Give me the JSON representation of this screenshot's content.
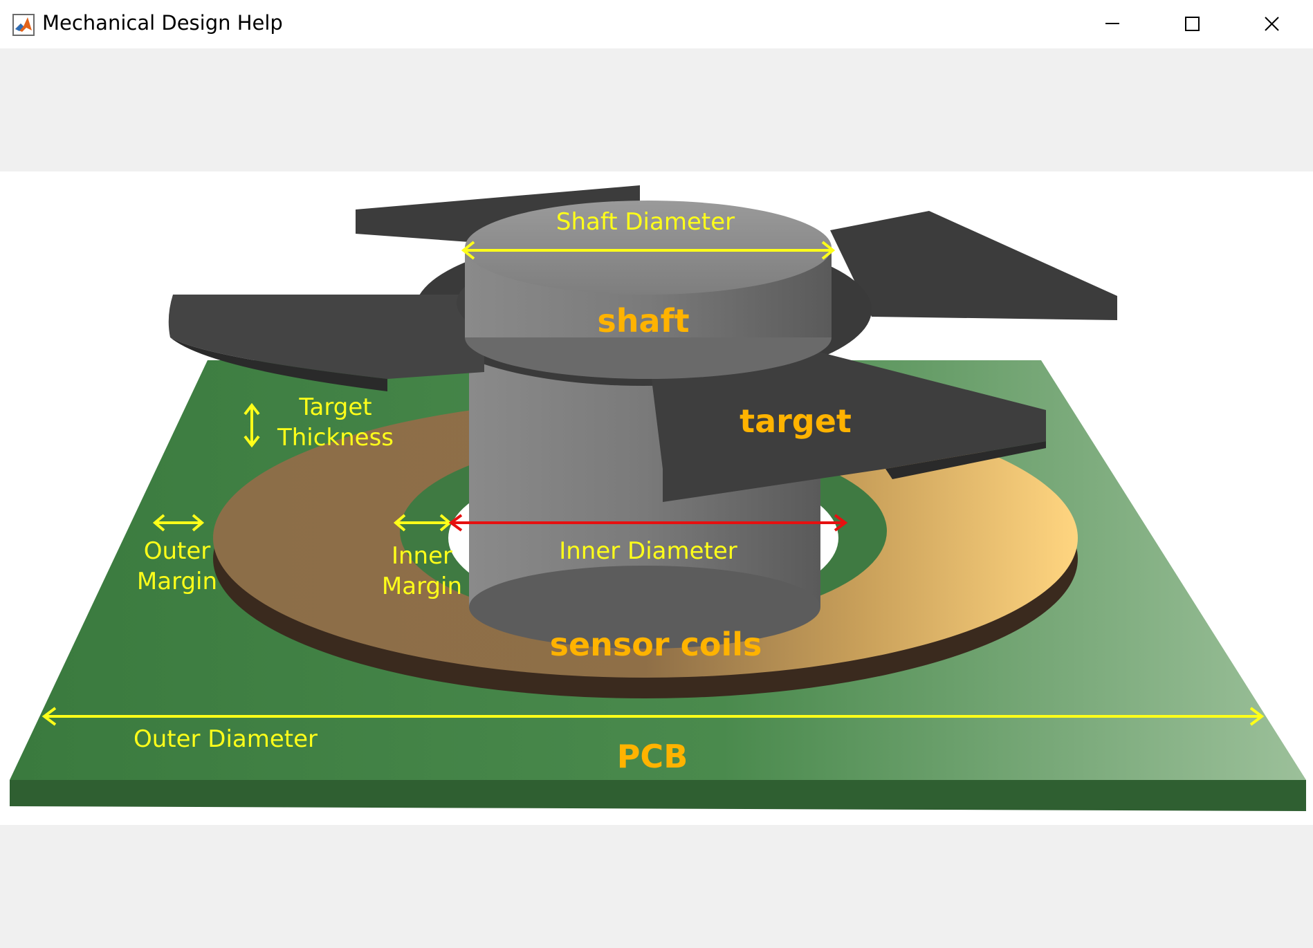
{
  "window": {
    "title": "Mechanical Design Help",
    "icon": "matlab-icon",
    "controls": {
      "minimize": "minimize-icon",
      "maximize": "maximize-icon",
      "close": "close-icon"
    }
  },
  "diagram": {
    "labels": {
      "shaft_diameter": "Shaft Diameter",
      "shaft": "shaft",
      "target": "target",
      "target_thickness_line1": "Target",
      "target_thickness_line2": "Thickness",
      "outer_margin_line1": "Outer",
      "outer_margin_line2": "Margin",
      "inner_margin_line1": "Inner",
      "inner_margin_line2": "Margin",
      "inner_diameter": "Inner Diameter",
      "sensor_coils": "sensor coils",
      "outer_diameter": "Outer Diameter",
      "pcb": "PCB"
    },
    "colors": {
      "dimension_line": "#ffff1a",
      "inner_diameter_line": "#e61010",
      "part_label": "#ffb300",
      "pcb": "#3f7a42",
      "coil": "#c9a05a",
      "target": "#3f3f3f",
      "shaft": "#8a8a8a"
    }
  }
}
